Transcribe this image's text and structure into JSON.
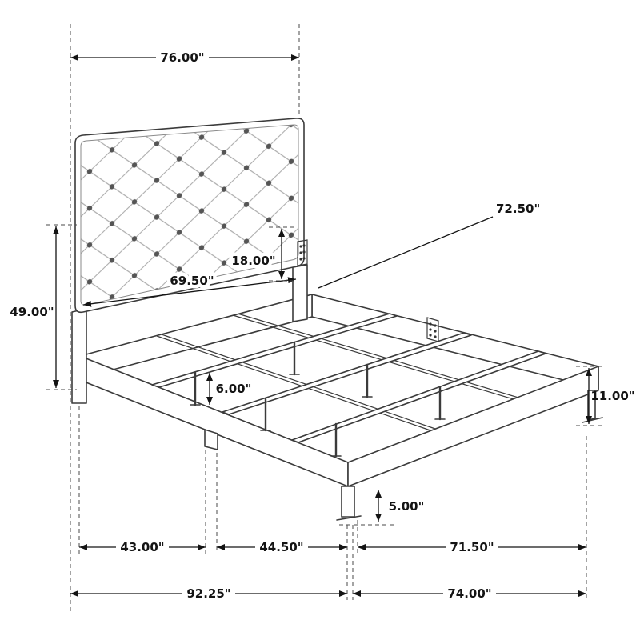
{
  "dims": {
    "headboard_width": "76.00\"",
    "headboard_height": "49.00\"",
    "interior_width": "69.50\"",
    "panel_height": "18.00\"",
    "slat_length": "72.50\"",
    "support_leg_height": "6.00\"",
    "rail_height": "11.00\"",
    "foot_leg_height": "5.00\"",
    "section_head": "43.00\"",
    "section_mid": "44.50\"",
    "section_foot": "71.50\"",
    "overall_length": "92.25\"",
    "foot_width": "74.00\""
  },
  "colors": {
    "line": "#141414",
    "bed_line": "#3b3b3b",
    "button": "#555555"
  }
}
